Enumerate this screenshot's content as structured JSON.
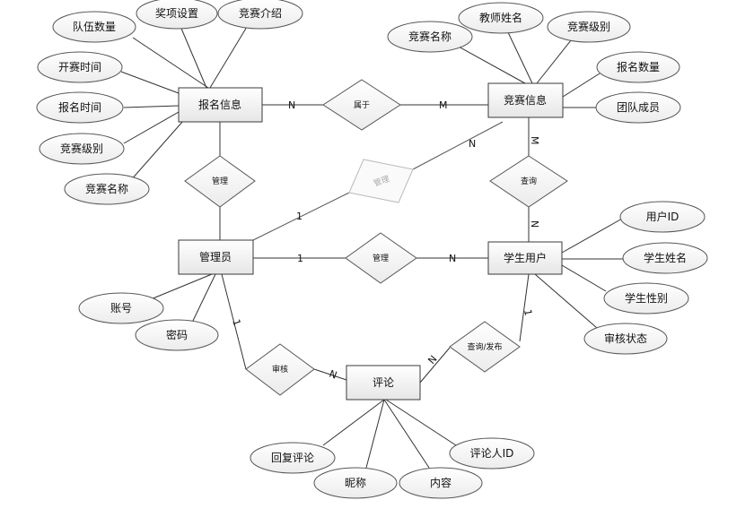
{
  "entities": [
    {
      "id": "reg",
      "label": "报名信息"
    },
    {
      "id": "comp",
      "label": "竞赛信息"
    },
    {
      "id": "admin",
      "label": "管理员"
    },
    {
      "id": "student",
      "label": "学生用户"
    },
    {
      "id": "comment",
      "label": "评论"
    }
  ],
  "relationships": [
    {
      "id": "belong",
      "label": "属于"
    },
    {
      "id": "manage1",
      "label": "管理"
    },
    {
      "id": "manage2",
      "label": "管理"
    },
    {
      "id": "manage3",
      "label": "管理"
    },
    {
      "id": "query",
      "label": "查询"
    },
    {
      "id": "review",
      "label": "审核"
    },
    {
      "id": "querypub",
      "label": "查询/发布"
    }
  ],
  "attributes": [
    {
      "id": "a1",
      "label": "队伍数量"
    },
    {
      "id": "a2",
      "label": "奖项设置"
    },
    {
      "id": "a3",
      "label": "竞赛介绍"
    },
    {
      "id": "a4",
      "label": "开赛时间"
    },
    {
      "id": "a5",
      "label": "报名时间"
    },
    {
      "id": "a6",
      "label": "竞赛级别"
    },
    {
      "id": "a7",
      "label": "竞赛名称"
    },
    {
      "id": "b1",
      "label": "竞赛名称"
    },
    {
      "id": "b2",
      "label": "教师姓名"
    },
    {
      "id": "b3",
      "label": "竞赛级别"
    },
    {
      "id": "b4",
      "label": "报名数量"
    },
    {
      "id": "b5",
      "label": "团队成员"
    },
    {
      "id": "c1",
      "label": "账号"
    },
    {
      "id": "c2",
      "label": "密码"
    },
    {
      "id": "d1",
      "label": "用户ID"
    },
    {
      "id": "d2",
      "label": "学生姓名"
    },
    {
      "id": "d3",
      "label": "学生性别"
    },
    {
      "id": "d4",
      "label": "审核状态"
    },
    {
      "id": "e1",
      "label": "回复评论"
    },
    {
      "id": "e2",
      "label": "昵称"
    },
    {
      "id": "e3",
      "label": "内容"
    },
    {
      "id": "e4",
      "label": "评论人ID"
    }
  ],
  "cardinalities": [
    {
      "id": "k1",
      "label": "N"
    },
    {
      "id": "k2",
      "label": "M"
    },
    {
      "id": "k3",
      "label": "N"
    },
    {
      "id": "k4",
      "label": "1"
    },
    {
      "id": "k5",
      "label": "M"
    },
    {
      "id": "k6",
      "label": "N"
    },
    {
      "id": "k7",
      "label": "1"
    },
    {
      "id": "k8",
      "label": "N"
    },
    {
      "id": "k9",
      "label": "1"
    },
    {
      "id": "k10",
      "label": "N"
    },
    {
      "id": "k11",
      "label": "N"
    },
    {
      "id": "k12",
      "label": "1"
    }
  ]
}
